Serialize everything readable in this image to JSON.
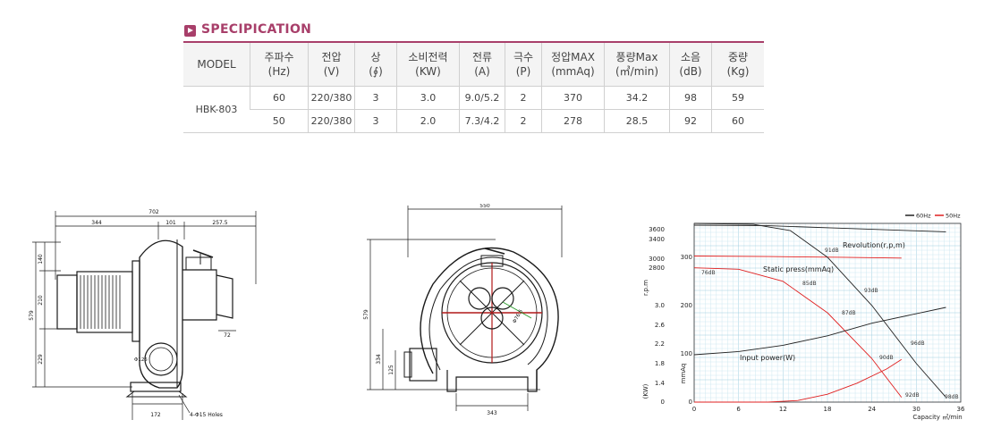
{
  "section_title": "SPECIPICATION",
  "table": {
    "headers": [
      {
        "top": "MODEL",
        "bottom": ""
      },
      {
        "top": "주파수",
        "bottom": "(Hz)"
      },
      {
        "top": "전압",
        "bottom": "(V)"
      },
      {
        "top": "상",
        "bottom": "(∮)"
      },
      {
        "top": "소비전력",
        "bottom": "(KW)"
      },
      {
        "top": "전류",
        "bottom": "(A)"
      },
      {
        "top": "극수",
        "bottom": "(P)"
      },
      {
        "top": "정압MAX",
        "bottom": "(mmAq)"
      },
      {
        "top": "풍량Max",
        "bottom": "(㎥/min)"
      },
      {
        "top": "소음",
        "bottom": "(dB)"
      },
      {
        "top": "중량",
        "bottom": "(Kg)"
      }
    ],
    "model": "HBK-803",
    "rows": [
      [
        "60",
        "220/380",
        "3",
        "3.0",
        "9.0/5.2",
        "2",
        "370",
        "34.2",
        "98",
        "59"
      ],
      [
        "50",
        "220/380",
        "3",
        "2.0",
        "7.3/4.2",
        "2",
        "278",
        "28.5",
        "92",
        "60"
      ]
    ]
  },
  "side_view": {
    "dims": [
      "702",
      "344",
      "101",
      "257.5",
      "140",
      "579",
      "210",
      "229",
      "72",
      "172",
      "4-Φ15 Holes",
      "Φ125"
    ]
  },
  "front_view": {
    "dims": [
      "550",
      "579",
      "334",
      "125",
      "343",
      "Φ76.5"
    ]
  },
  "chart_data": {
    "type": "line",
    "legend": [
      "60Hz",
      "50Hz"
    ],
    "colors": {
      "60Hz": "#222222",
      "50Hz": "#e02020"
    },
    "x": [
      0,
      6,
      12,
      18,
      24,
      30,
      36
    ],
    "xlabel": "Capacity ㎥/min",
    "left_axis_rpm": {
      "label": "r.p.m",
      "ticks": [
        "3600",
        "3400",
        "3000",
        "2800"
      ]
    },
    "left_axis_kw": {
      "label": "(KW)",
      "ticks": [
        "3.0",
        "2.6",
        "2.2",
        "1.8",
        "1.4",
        "0"
      ]
    },
    "left_axis_mmaq": {
      "label": "mmAq",
      "ticks": [
        "300",
        "200",
        "100",
        "0"
      ]
    },
    "annotations": [
      "Revolution(r,p,m)",
      "Static press(mmAq)",
      "Input power(W)",
      "91dB",
      "93dB",
      "96dB",
      "98dB",
      "76dB",
      "85dB",
      "87dB",
      "90dB",
      "92dB"
    ],
    "series": [
      {
        "name": "60Hz",
        "curve": "revolution",
        "x": [
          0,
          10,
          20,
          30,
          34
        ],
        "y": [
          3600,
          3590,
          3540,
          3490,
          3470
        ]
      },
      {
        "name": "50Hz",
        "curve": "revolution",
        "x": [
          0,
          10,
          20,
          28
        ],
        "y": [
          3000,
          2990,
          2975,
          2960
        ]
      },
      {
        "name": "60Hz",
        "curve": "static_press",
        "x": [
          0,
          8,
          13,
          18,
          24,
          30,
          34
        ],
        "y": [
          370,
          368,
          355,
          300,
          200,
          80,
          10
        ]
      },
      {
        "name": "50Hz",
        "curve": "static_press",
        "x": [
          0,
          6,
          12,
          18,
          24,
          28
        ],
        "y": [
          278,
          275,
          250,
          185,
          90,
          10
        ]
      },
      {
        "name": "60Hz",
        "curve": "input_power",
        "x": [
          0,
          6,
          12,
          18,
          24,
          30,
          34
        ],
        "y": [
          1.5,
          1.6,
          1.8,
          2.1,
          2.5,
          2.8,
          3.0
        ]
      },
      {
        "name": "50Hz",
        "curve": "input_power",
        "x": [
          0,
          10,
          14,
          18,
          22,
          26,
          28
        ],
        "y": [
          0.0,
          0.0,
          0.05,
          0.25,
          0.6,
          1.05,
          1.35
        ]
      }
    ]
  }
}
